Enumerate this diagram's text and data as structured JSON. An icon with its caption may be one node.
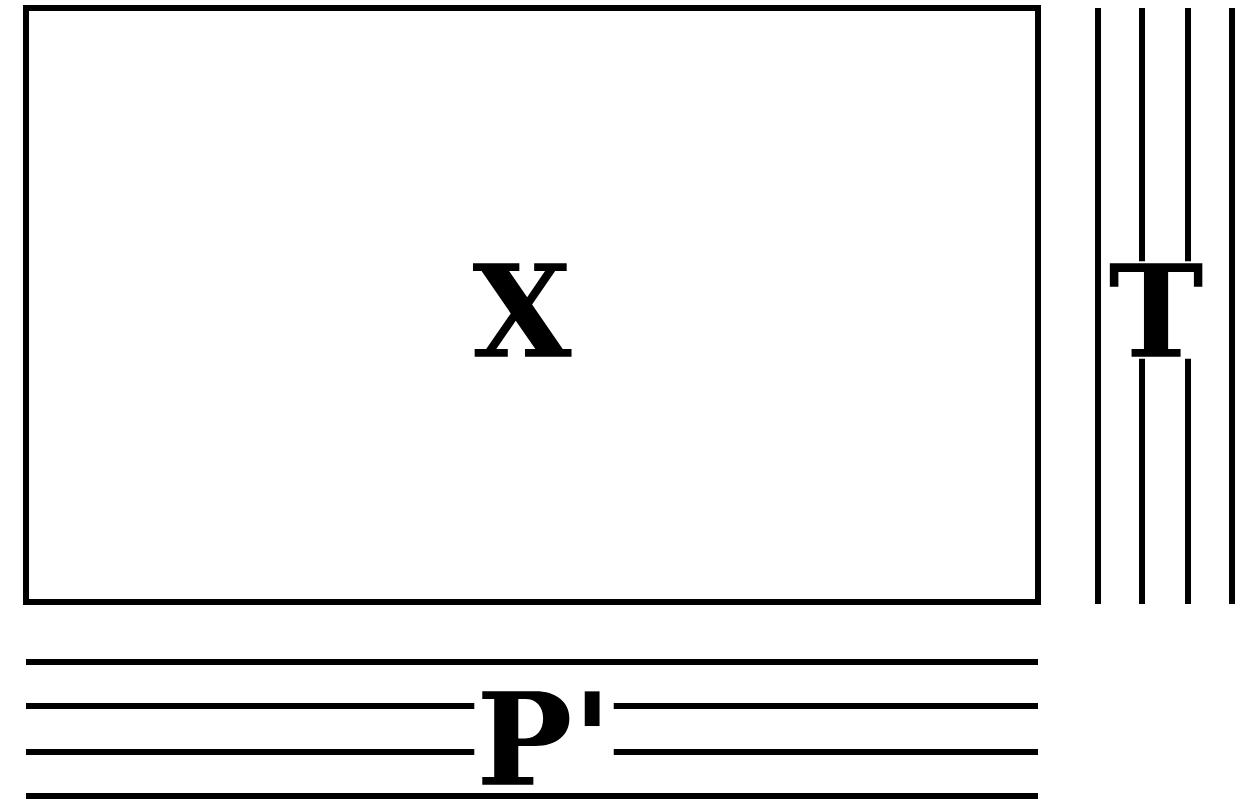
{
  "diagram": {
    "nodes": [
      {
        "text": [
          "X"
        ]
      },
      {
        "text": [
          "T"
        ]
      },
      {
        "text": [
          "P'"
        ]
      }
    ]
  }
}
